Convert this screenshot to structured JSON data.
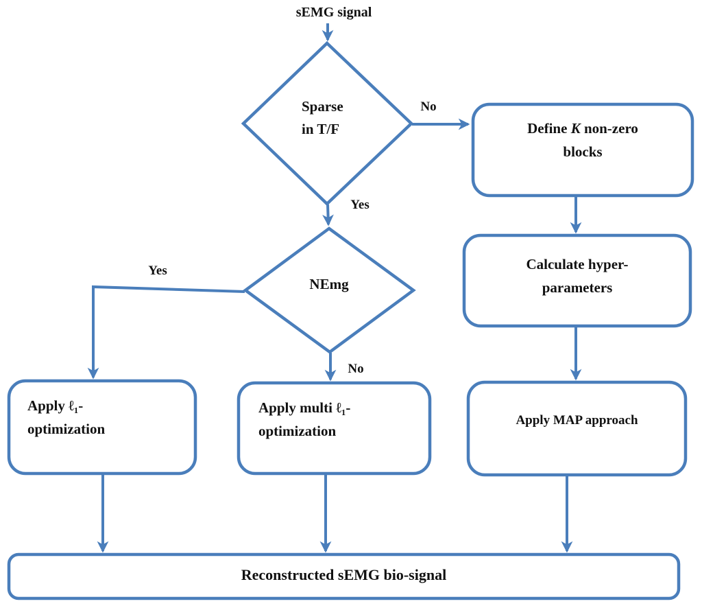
{
  "diagram": {
    "accent_color": "#4a7ebb",
    "text_color": "#111111",
    "start_label": "sEMG signal",
    "decision_sparse": {
      "line1": "Sparse",
      "line2": "in T/F",
      "no_label": "No",
      "yes_label": "Yes"
    },
    "decision_nemg": {
      "label": "NEmg",
      "yes_label": "Yes",
      "no_label": "No"
    },
    "box_define_blocks": {
      "pre": "Define",
      "k": "K",
      "post": "non-zero",
      "line2": "blocks"
    },
    "box_hyper": {
      "line1": "Calculate hyper-",
      "line2": "parameters"
    },
    "box_map": {
      "label": "Apply MAP approach"
    },
    "box_l1": {
      "line1": "Apply ℓ₁-",
      "line2": "optimization"
    },
    "box_multi_l1": {
      "line1": "Apply multi ℓ₁-",
      "line2": "optimization"
    },
    "box_output": {
      "label": "Reconstructed sEMG bio-signal"
    }
  }
}
